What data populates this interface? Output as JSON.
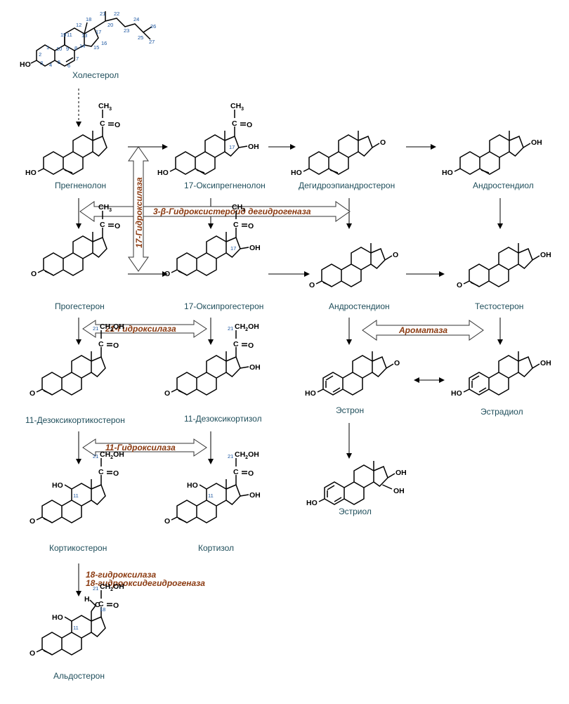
{
  "compounds": {
    "cholesterol": "Холестерол",
    "pregnenolone": "Прегненолон",
    "hydroxypregnenolone": "17-Оксипрегненолон",
    "dhea": "Дегидроэпиандростерон",
    "androstenediol": "Андростендиол",
    "progesterone": "Прогестерон",
    "hydroxyprogesterone": "17-Оксипрогестерон",
    "androstenedione": "Андростендион",
    "testosterone": "Тестостерон",
    "deoxycorticosterone": "11-Дезоксикортикостерон",
    "deoxycortisol": "11-Дезоксикортизол",
    "estrone": "Эстрон",
    "estradiol": "Эстрадиол",
    "estriol": "Эстриол",
    "corticosterone": "Кортикостерон",
    "cortisol": "Кортизол",
    "aldosterone": "Альдостерон"
  },
  "enzymes": {
    "hsd3b": "3-β-Гидроксистероид дегидрогеназа",
    "cyp17": "17-Гидроксилаза",
    "cyp21": "21-Гидроксилаза",
    "aromatase": "Ароматаза",
    "cyp11": "11-Гидроксилаза",
    "cyp18a": "18-гидроксилаза",
    "cyp18b": "18-гидрооксидегидрогеназа"
  },
  "atoms": {
    "ho": "HO",
    "o": "O",
    "oh": "OH",
    "ch3": "CH",
    "ch3_sub": "3",
    "co": "C",
    "eq_o": "O",
    "ch2oh_a": "CH",
    "ch2oh_b": "2",
    "ch2oh_c": "OH",
    "h": "H",
    "c": "C"
  },
  "carbon_numbers": [
    "1",
    "2",
    "3",
    "4",
    "5",
    "6",
    "7",
    "8",
    "9",
    "10",
    "11",
    "12",
    "13",
    "14",
    "15",
    "16",
    "17",
    "18",
    "19",
    "20",
    "21",
    "22",
    "23",
    "24",
    "25",
    "26",
    "27"
  ],
  "positions": {
    "c17": "17",
    "c21": "21",
    "c11": "11",
    "c18": "18"
  }
}
